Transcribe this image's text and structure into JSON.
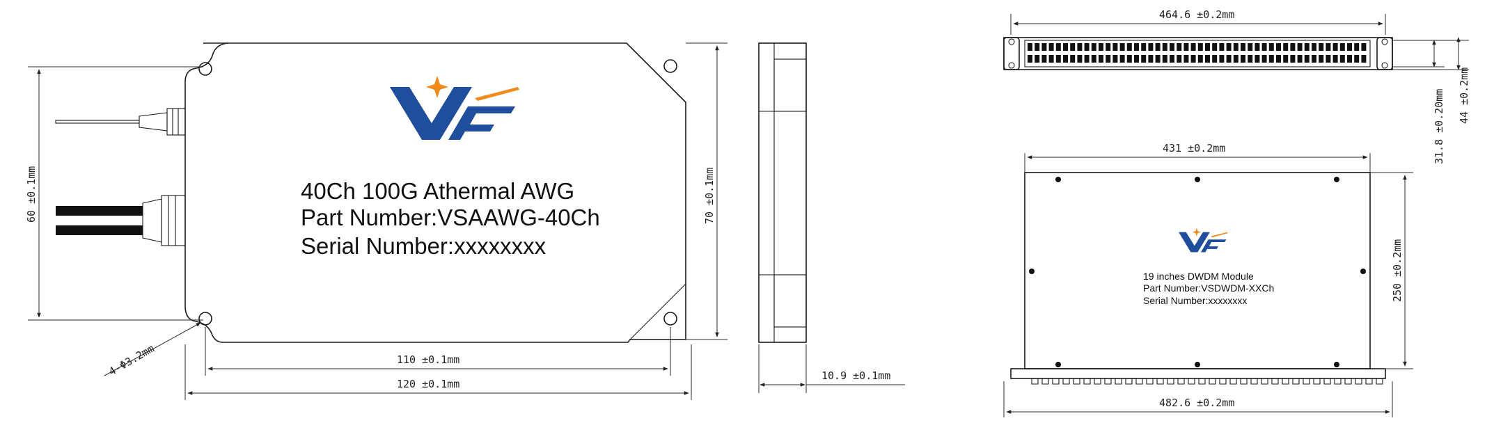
{
  "awg_module": {
    "title": "40Ch 100G Athermal AWG",
    "part_number": "Part Number:VSAAWG-40Ch",
    "serial_number": "Serial Number:xxxxxxxx",
    "dims": {
      "height": "60 ±0.1mm",
      "height_outer": "70 ±0.1mm",
      "width_holes": "110 ±0.1mm",
      "width": "120 ±0.1mm",
      "thickness": "10.9 ±0.1mm",
      "holes": "4-Φ3.2mm"
    }
  },
  "dwdm_module": {
    "title": "19 inches DWDM Module",
    "part_number": "Part Number:VSDWDM-XXCh",
    "serial_number": "Serial Number:xxxxxxxx",
    "dims": {
      "front_width": "464.6 ±0.2mm",
      "front_height_inner": "31.8 ±0.20mm",
      "front_height": "44 ±0.2mm",
      "body_width": "431 ±0.2mm",
      "depth": "250 ±0.2mm",
      "overall_width": "482.6 ±0.2mm"
    }
  },
  "colors": {
    "logo_blue": "#1f4e9c",
    "logo_orange": "#f08a1c",
    "line": "#1a1a1a"
  }
}
